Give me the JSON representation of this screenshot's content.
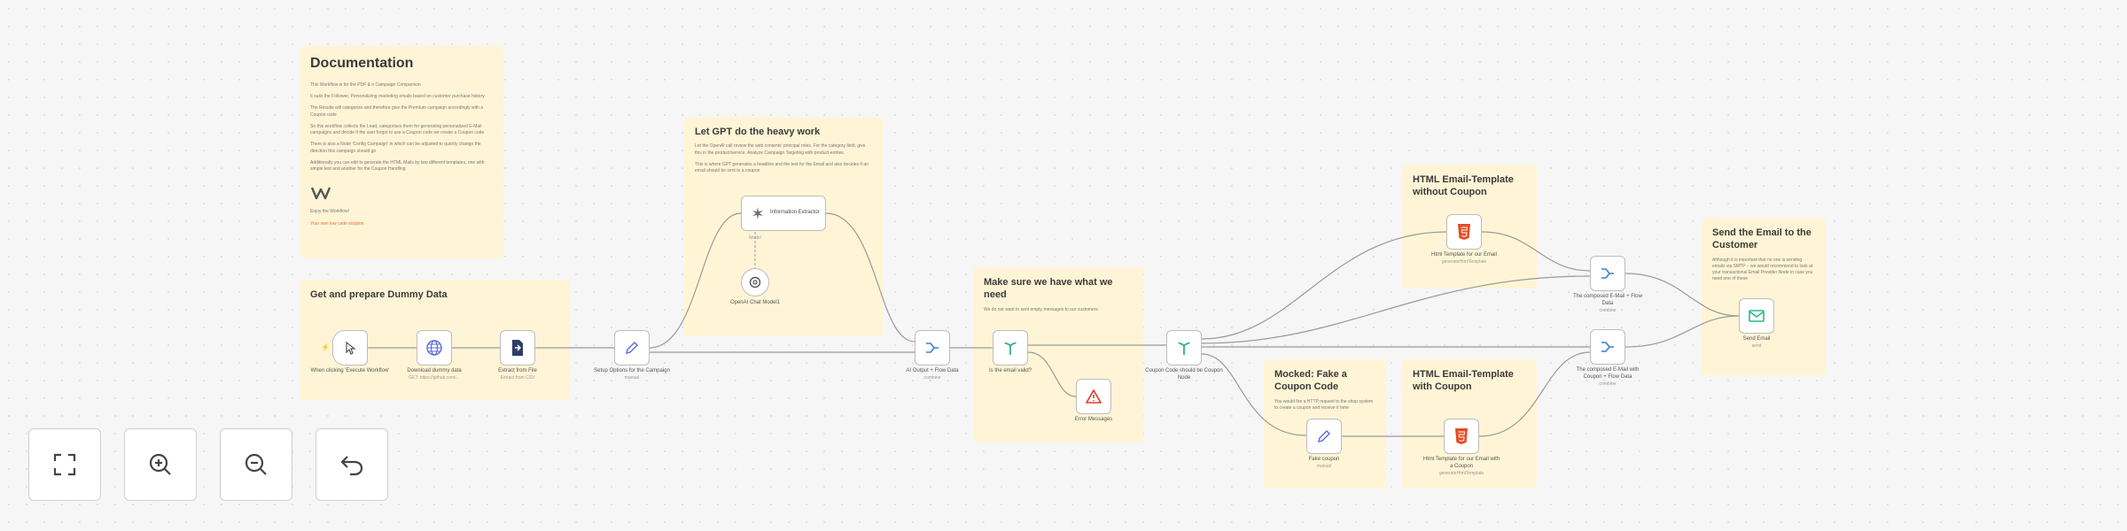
{
  "notes": {
    "documentation": {
      "title": "Documentation",
      "paragraphs": [
        "This Workflow is for the PDF & n Campaign Comparison",
        "It suits the Follower, Personalizing marketing emails based on customer purchase history",
        "The Results will categorize and therefore give the Premium campaign accordingly with a Coupon code",
        "So this workflow collects the Lead, categorises them for generating personalized E-Mail campaigns and decide if the user forgot to use a Coupon code we create a Coupon code",
        "There is also a Node 'Config Campaign' in which can be adjusted to quickly change the direction this campaign should go",
        "Additionally you can edit to generate the HTML Mails by two different templates, one with simple text and another for the Coupon Handling"
      ],
      "footer": "Enjoy the Workflow!",
      "link": "Your own low code solution"
    },
    "dummy": {
      "title": "Get and prepare Dummy Data"
    },
    "gpt": {
      "title": "Let GPT do the heavy work",
      "paragraphs": [
        "Let the OpenAI call review the web contents' principal roles. For the category field, give this in the product/service. Analyze Campaign Targeting with product entries.",
        "This is where GPT generates a headline and the text for the Email and also decides if an email should be sent to a coupon"
      ]
    },
    "make_sure": {
      "title": "Make sure we have what we need",
      "paragraphs": [
        "We do not want to sent empty messages to our customers"
      ]
    },
    "html_without": {
      "title": "HTML Email-Template without Coupon"
    },
    "mocked": {
      "title": "Mocked: Fake a Coupon Code",
      "paragraphs": [
        "You would fire a HTTP request to the shop system to create a coupon and receive it here"
      ]
    },
    "html_with": {
      "title": "HTML Email-Template with Coupon"
    },
    "send": {
      "title": "Send the Email to the Customer",
      "paragraphs": [
        "Although it is important that no one is sending emails via SMTP – we would recommend to look at your transactional Email Provider Node in case you need one of these"
      ]
    }
  },
  "nodes": {
    "trigger": {
      "label": "When clicking 'Execute Workflow'",
      "sub": ""
    },
    "download": {
      "label": "Download dummy data",
      "sub": "GET: https://github.com/..."
    },
    "extract": {
      "label": "Extract from File",
      "sub": "Extract from CSV"
    },
    "setopts": {
      "label": "Setup Options for the Campaign",
      "sub": "manual"
    },
    "infoext": {
      "label": "Information Extractor",
      "sub": ""
    },
    "openai": {
      "label": "OpenAI Chat Model1",
      "sub": ""
    },
    "merge1": {
      "label": "AI Output + Flow Data",
      "sub": "combine"
    },
    "ifvalid": {
      "label": "Is the email valid?",
      "sub": ""
    },
    "error": {
      "label": "Error Messages",
      "sub": ""
    },
    "coupon_check": {
      "label": "Coupon Code should be Coupon Node",
      "sub": ""
    },
    "html1": {
      "label": "Html Template for our Email",
      "sub": "generateHtmlTemplate"
    },
    "merge2": {
      "label": "The composed E-Mail + Flow Data",
      "sub": "combine"
    },
    "fake": {
      "label": "Fake coupon",
      "sub": "manual"
    },
    "html2": {
      "label": "Html Template for our Email with a Coupon",
      "sub": "generateHtmlTemplate"
    },
    "merge3": {
      "label": "The composed E-Mail with Coupon + Flow Data",
      "sub": "combine"
    },
    "send": {
      "label": "Send Email",
      "sub": "send"
    }
  },
  "ports": {
    "model": "Model"
  },
  "colors": {
    "sticky": "#fff5d6",
    "accent": "#ff6d5a",
    "edge": "#9a9a9a",
    "ai_node": "#6f6f6f",
    "html_icon": "#e44d26",
    "merge_icon": "#3b7fd4",
    "if_icon": "#2eaa8a",
    "email_icon": "#2ab88a",
    "error_icon": "#e2372a"
  },
  "controls": [
    {
      "name": "zoom-to-fit",
      "icon": "fit-to-view-icon"
    },
    {
      "name": "zoom-in",
      "icon": "zoom-in-icon"
    },
    {
      "name": "zoom-out",
      "icon": "zoom-out-icon"
    },
    {
      "name": "reset-zoom",
      "icon": "undo-icon"
    }
  ]
}
